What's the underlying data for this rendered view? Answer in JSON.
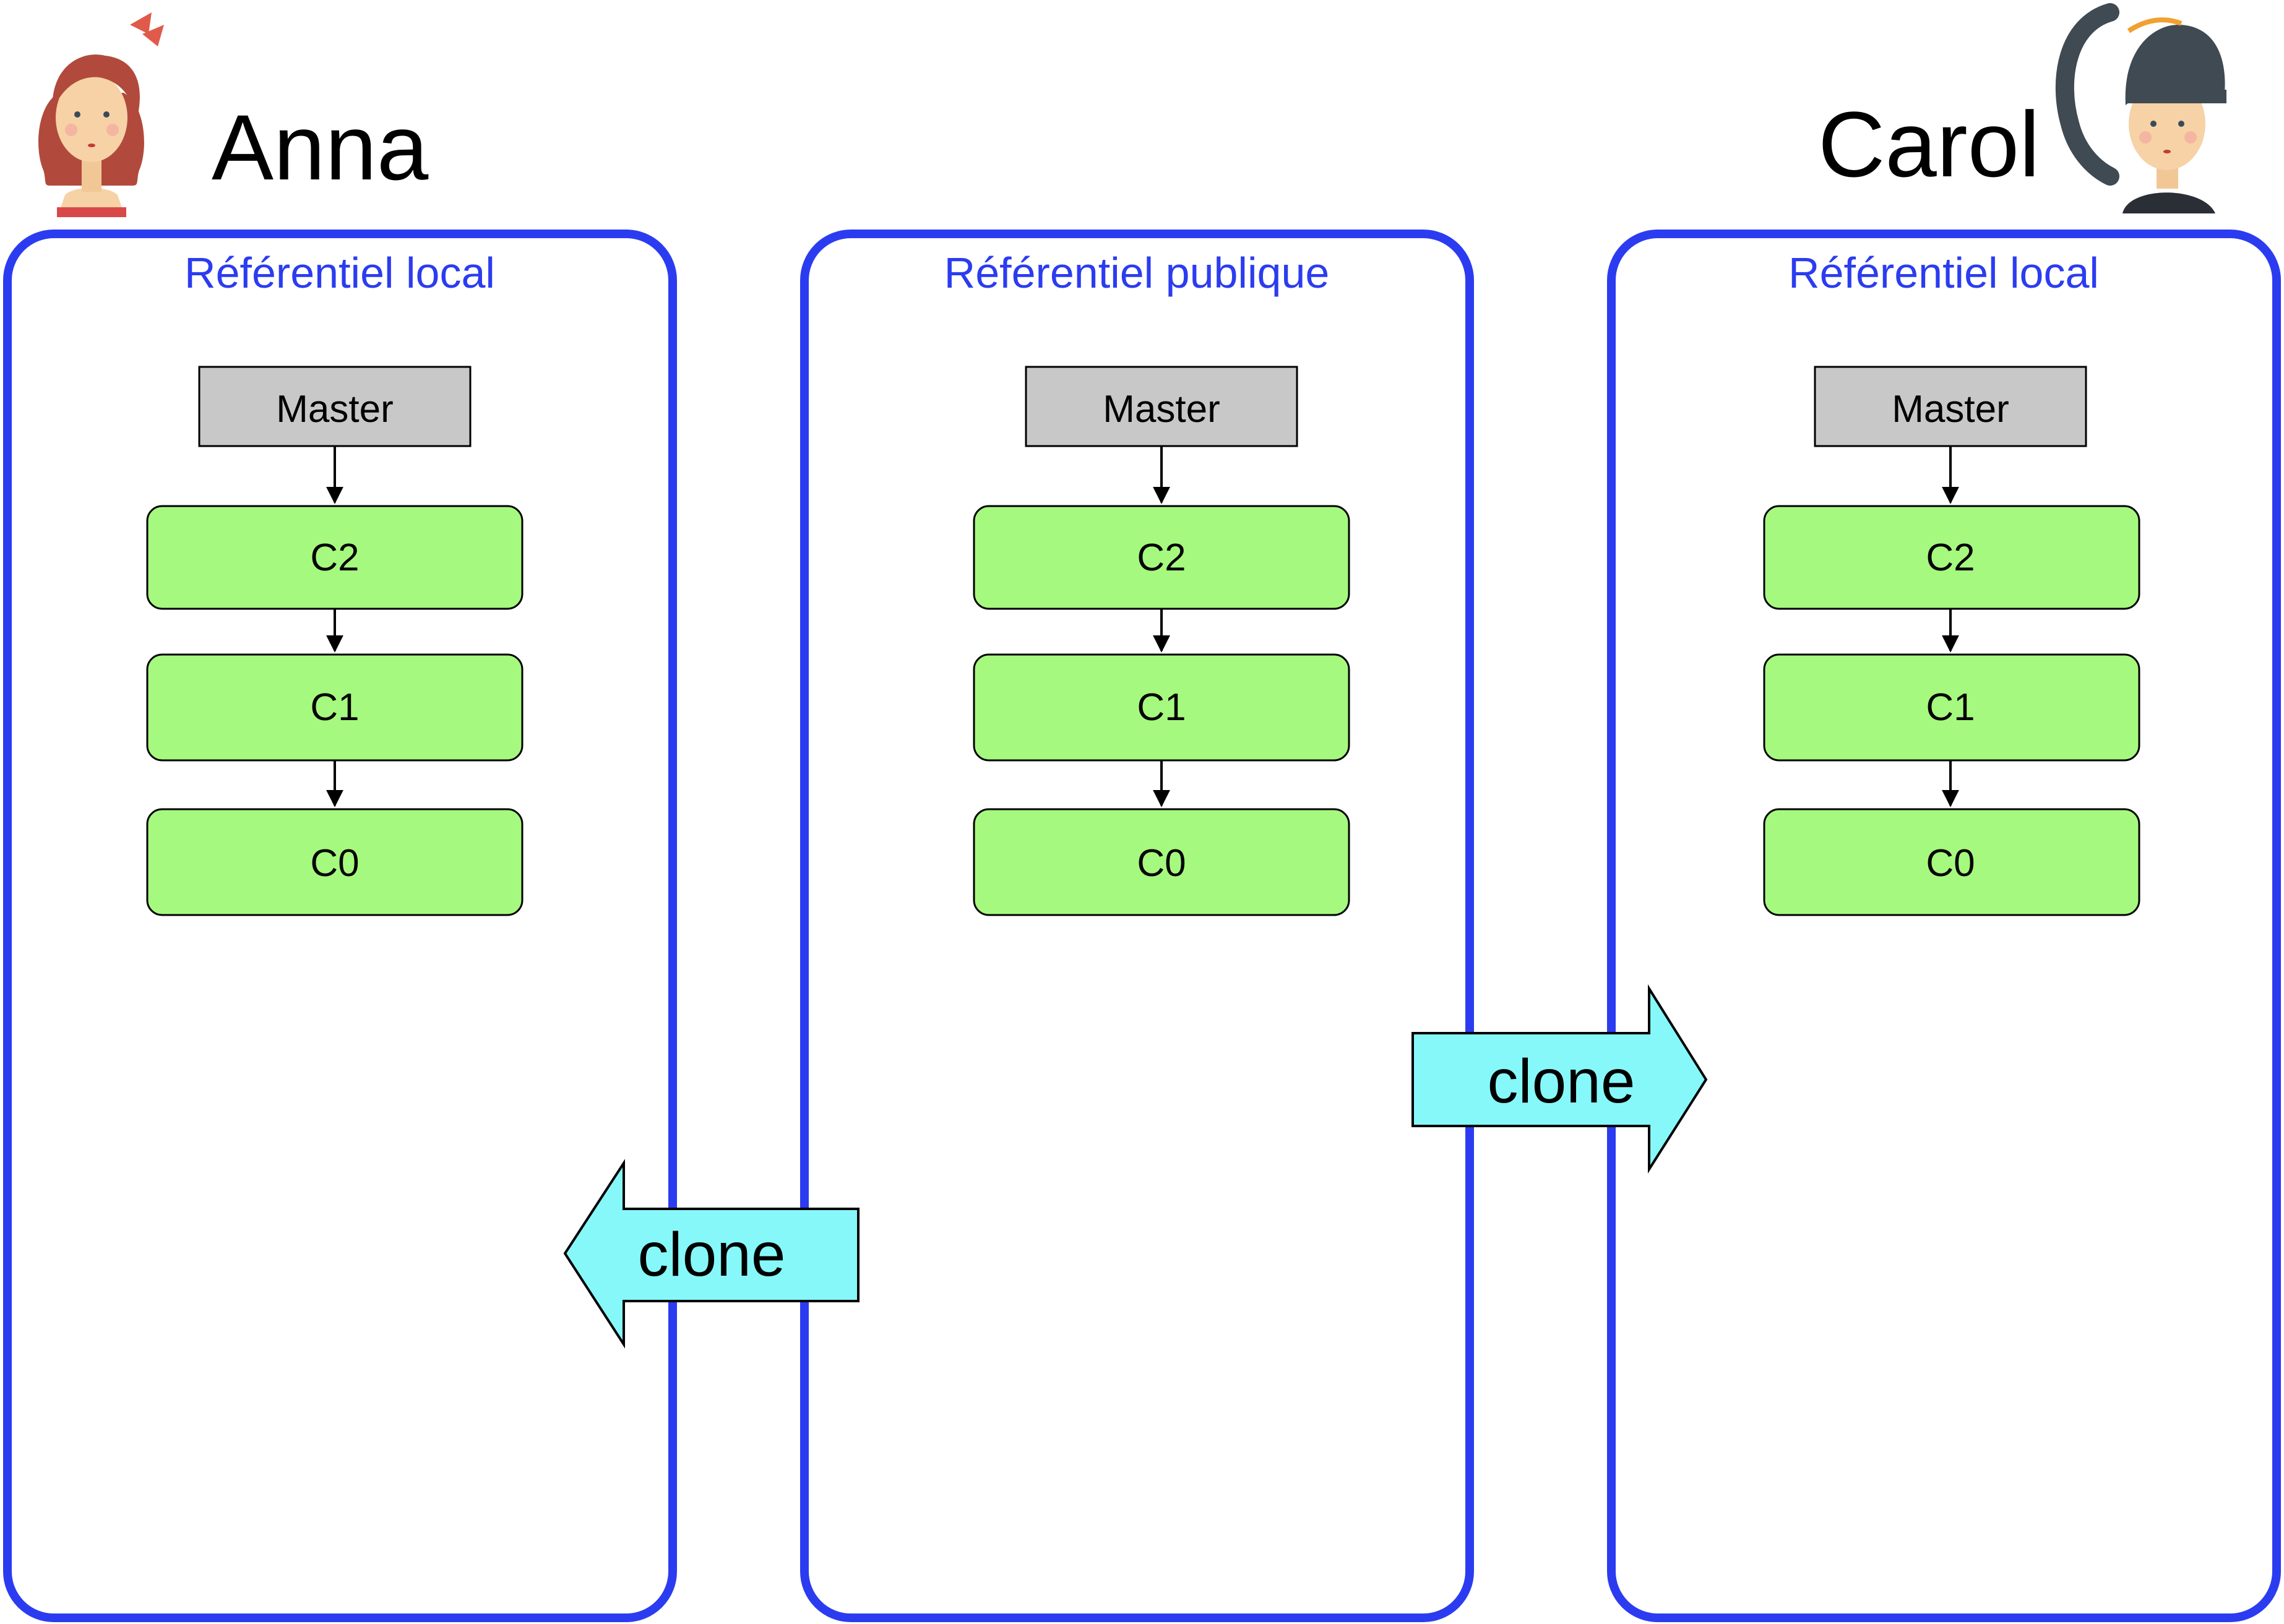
{
  "users": {
    "left": {
      "name": "Anna"
    },
    "right": {
      "name": "Carol"
    }
  },
  "repos": [
    {
      "title": "Référentiel local",
      "branch": "Master",
      "commits": [
        "C2",
        "C1",
        "C0"
      ]
    },
    {
      "title": "Référentiel publique",
      "branch": "Master",
      "commits": [
        "C2",
        "C1",
        "C0"
      ]
    },
    {
      "title": "Référentiel local",
      "branch": "Master",
      "commits": [
        "C2",
        "C1",
        "C0"
      ]
    }
  ],
  "arrows": {
    "to_left": {
      "label": "clone"
    },
    "to_right": {
      "label": "clone"
    }
  },
  "colors": {
    "repo_border": "#2b3cf0",
    "repo_title": "#2b3cf0",
    "branch_fill": "#c8c8c8",
    "commit_fill": "#a6f97f",
    "arrow_fill": "#86f8fa",
    "line": "#000000"
  }
}
